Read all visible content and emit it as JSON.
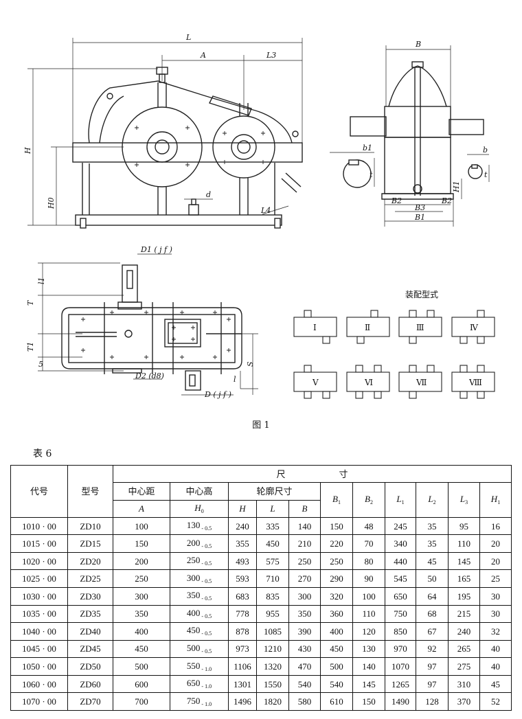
{
  "figure": {
    "labels": {
      "L": "L",
      "A": "A",
      "L3": "L3",
      "H": "H",
      "H0": "H0",
      "d": "d",
      "L4": "L4",
      "B": "B",
      "b1": "b1",
      "t": "t",
      "b": "b",
      "t1": "t",
      "H1": "H1",
      "B2": "B2",
      "B3": "B3",
      "B1": "B1",
      "D1": "D1 ( j f )",
      "l1": "l1",
      "T": "T",
      "T1": "T1",
      "five": "5",
      "D2": "D2 (d8)",
      "D": "D ( j f )",
      "S": "S",
      "l": "l"
    },
    "assembly_title": "装配型式",
    "assembly_labels": [
      "Ⅰ",
      "Ⅱ",
      "Ⅲ",
      "Ⅳ",
      "Ⅴ",
      "Ⅵ",
      "Ⅶ",
      "Ⅷ"
    ],
    "caption": "图 1"
  },
  "table": {
    "title": "表 6",
    "headers": {
      "code": "代号",
      "model": "型号",
      "dimensions": "尺　　　　　　寸",
      "center_distance": "中心距",
      "center_distance_sym": "A",
      "center_height": "中心高",
      "center_height_sym": "H",
      "center_height_sub": "0",
      "outline": "轮廓尺寸",
      "H": "H",
      "L": "L",
      "B": "B",
      "B1": "B",
      "B1_sub": "1",
      "B2": "B",
      "B2_sub": "2",
      "L1": "L",
      "L1_sub": "1",
      "L2": "L",
      "L2_sub": "2",
      "L3": "L",
      "L3_sub": "3",
      "H1": "H",
      "H1_sub": "1"
    },
    "rows": [
      {
        "code": "1010 · 00",
        "model": "ZD10",
        "A": "100",
        "H0": "130",
        "tol": "- 0.5",
        "H": "240",
        "L": "335",
        "B": "140",
        "B1": "150",
        "B2": "48",
        "L1": "245",
        "L2": "35",
        "L3": "95",
        "H1": "16"
      },
      {
        "code": "1015 · 00",
        "model": "ZD15",
        "A": "150",
        "H0": "200",
        "tol": "- 0.5",
        "H": "355",
        "L": "450",
        "B": "210",
        "B1": "220",
        "B2": "70",
        "L1": "340",
        "L2": "35",
        "L3": "110",
        "H1": "20"
      },
      {
        "code": "1020 · 00",
        "model": "ZD20",
        "A": "200",
        "H0": "250",
        "tol": "- 0.5",
        "H": "493",
        "L": "575",
        "B": "250",
        "B1": "250",
        "B2": "80",
        "L1": "440",
        "L2": "45",
        "L3": "145",
        "H1": "20"
      },
      {
        "code": "1025 · 00",
        "model": "ZD25",
        "A": "250",
        "H0": "300",
        "tol": "- 0.5",
        "H": "593",
        "L": "710",
        "B": "270",
        "B1": "290",
        "B2": "90",
        "L1": "545",
        "L2": "50",
        "L3": "165",
        "H1": "25"
      },
      {
        "code": "1030 · 00",
        "model": "ZD30",
        "A": "300",
        "H0": "350",
        "tol": "- 0.5",
        "H": "683",
        "L": "835",
        "B": "300",
        "B1": "320",
        "B2": "100",
        "L1": "650",
        "L2": "64",
        "L3": "195",
        "H1": "30"
      },
      {
        "code": "1035 · 00",
        "model": "ZD35",
        "A": "350",
        "H0": "400",
        "tol": "- 0.5",
        "H": "778",
        "L": "955",
        "B": "350",
        "B1": "360",
        "B2": "110",
        "L1": "750",
        "L2": "68",
        "L3": "215",
        "H1": "30"
      },
      {
        "code": "1040 · 00",
        "model": "ZD40",
        "A": "400",
        "H0": "450",
        "tol": "- 0.5",
        "H": "878",
        "L": "1085",
        "B": "390",
        "B1": "400",
        "B2": "120",
        "L1": "850",
        "L2": "67",
        "L3": "240",
        "H1": "32"
      },
      {
        "code": "1045 · 00",
        "model": "ZD45",
        "A": "450",
        "H0": "500",
        "tol": "- 0.5",
        "H": "973",
        "L": "1210",
        "B": "430",
        "B1": "450",
        "B2": "130",
        "L1": "970",
        "L2": "92",
        "L3": "265",
        "H1": "40"
      },
      {
        "code": "1050 · 00",
        "model": "ZD50",
        "A": "500",
        "H0": "550",
        "tol": "- 1.0",
        "H": "1106",
        "L": "1320",
        "B": "470",
        "B1": "500",
        "B2": "140",
        "L1": "1070",
        "L2": "97",
        "L3": "275",
        "H1": "40"
      },
      {
        "code": "1060 · 00",
        "model": "ZD60",
        "A": "600",
        "H0": "650",
        "tol": "- 1.0",
        "H": "1301",
        "L": "1550",
        "B": "540",
        "B1": "540",
        "B2": "145",
        "L1": "1265",
        "L2": "97",
        "L3": "310",
        "H1": "45"
      },
      {
        "code": "1070 · 00",
        "model": "ZD70",
        "A": "700",
        "H0": "750",
        "tol": "- 1.0",
        "H": "1496",
        "L": "1820",
        "B": "580",
        "B1": "610",
        "B2": "150",
        "L1": "1490",
        "L2": "128",
        "L3": "370",
        "H1": "52"
      }
    ]
  }
}
